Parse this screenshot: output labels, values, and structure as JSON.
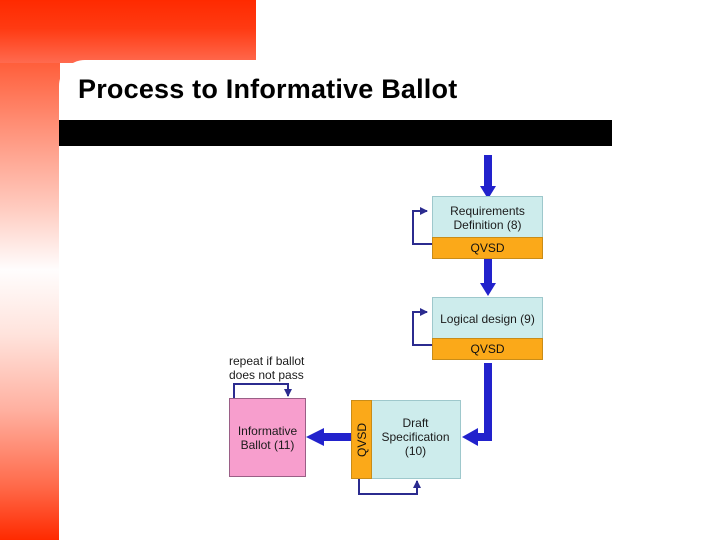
{
  "slide": {
    "title": "Process to Informative Ballot",
    "accent_red": "#ff2a00",
    "bar_color": "#000000",
    "background": "#ffffff"
  },
  "diagram": {
    "type": "flowchart",
    "node_fill_cyan": "#cdecec",
    "node_fill_pink": "#f79ecd",
    "band_fill_orange": "#fba919",
    "arrow_thick_color": "#2222cc",
    "arrow_thin_color": "#2b2b8f",
    "nodes": [
      {
        "id": "requirements",
        "label": "Requirements\nDefinition (8)",
        "line1": "Requirements",
        "line2": "Definition (8)",
        "band": "QVSD",
        "band_position": "bottom",
        "fill": "#cdecec"
      },
      {
        "id": "logical-design",
        "label": "Logical design (9)",
        "line1": "Logical design (9)",
        "line2": "",
        "band": "QVSD",
        "band_position": "bottom",
        "fill": "#cdecec"
      },
      {
        "id": "draft-specification",
        "label": "Draft Specification (10)",
        "line1": "Draft",
        "line2": "Specification",
        "line3": "(10)",
        "band": "QVSD",
        "band_position": "left-vertical",
        "fill": "#cdecec"
      },
      {
        "id": "informative-ballot",
        "label": "Informative Ballot (11)",
        "line1": "Informative",
        "line2": "Ballot (11)",
        "band": "",
        "band_position": "none",
        "fill": "#f79ecd"
      }
    ],
    "annotations": [
      {
        "id": "repeat-note",
        "line1": "repeat if ballot",
        "line2": "does not pass"
      }
    ],
    "edges": [
      {
        "from": "input",
        "to": "requirements",
        "style": "thick-down"
      },
      {
        "from": "requirements",
        "to": "logical-design",
        "style": "thick-down"
      },
      {
        "from": "logical-design",
        "to": "draft-specification",
        "style": "thick-elbow-down-left"
      },
      {
        "from": "draft-specification",
        "to": "informative-ballot",
        "style": "thick-left"
      },
      {
        "from": "requirements-qvsd",
        "to": "requirements",
        "style": "thin-loop-left"
      },
      {
        "from": "logical-design-qvsd",
        "to": "logical-design",
        "style": "thin-loop-left"
      },
      {
        "from": "draft-specification-qvsd",
        "to": "draft-specification",
        "style": "thin-loop-bottom"
      },
      {
        "from": "informative-ballot",
        "to": "informative-ballot",
        "style": "thin-loop-top"
      }
    ]
  }
}
